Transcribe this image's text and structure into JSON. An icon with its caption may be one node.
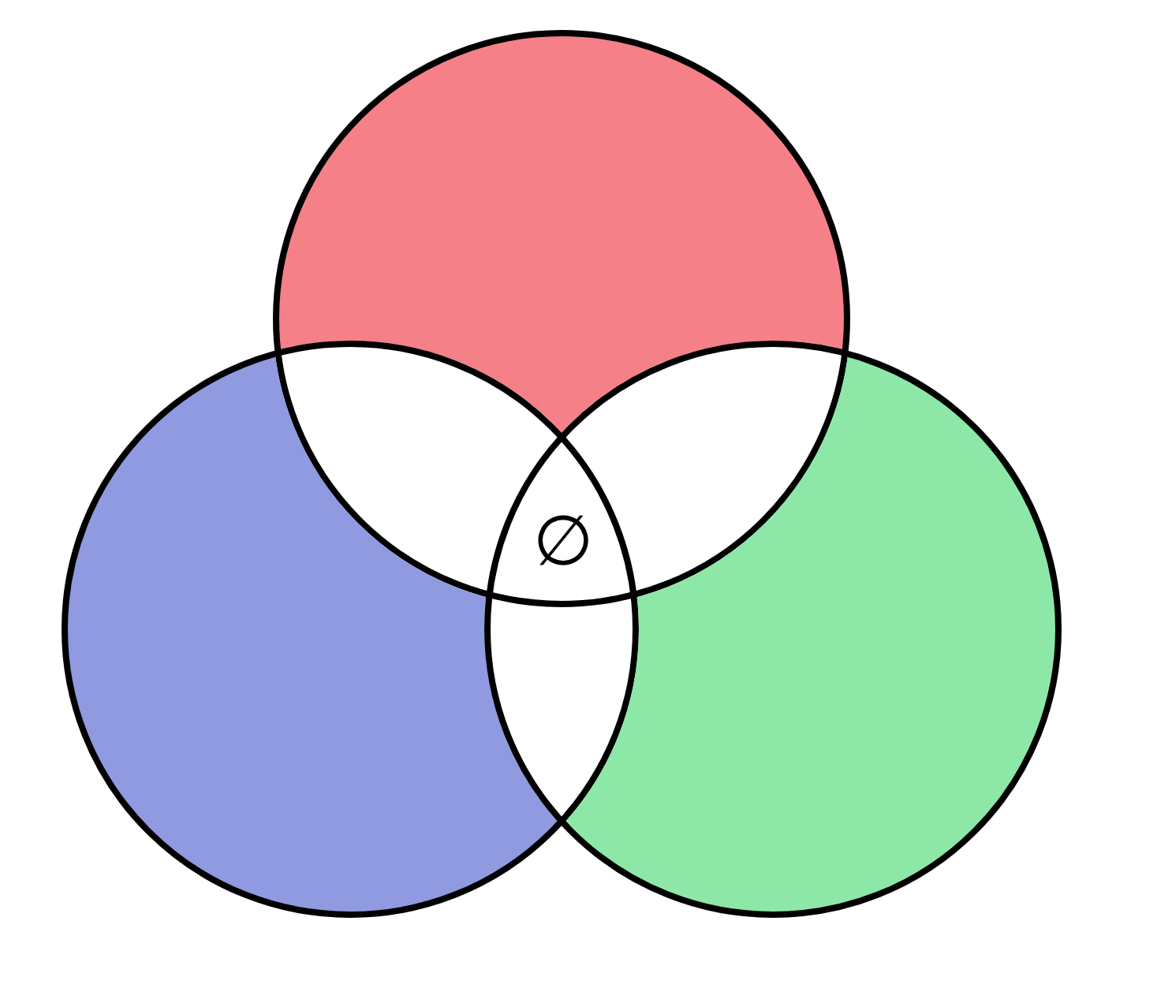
{
  "diagram": {
    "nodes": [
      {
        "text": [],
        "shape": "circle"
      },
      {
        "text": [],
        "shape": "circle"
      },
      {
        "text": [],
        "shape": "circle"
      }
    ],
    "labels": [
      "∅"
    ]
  }
}
